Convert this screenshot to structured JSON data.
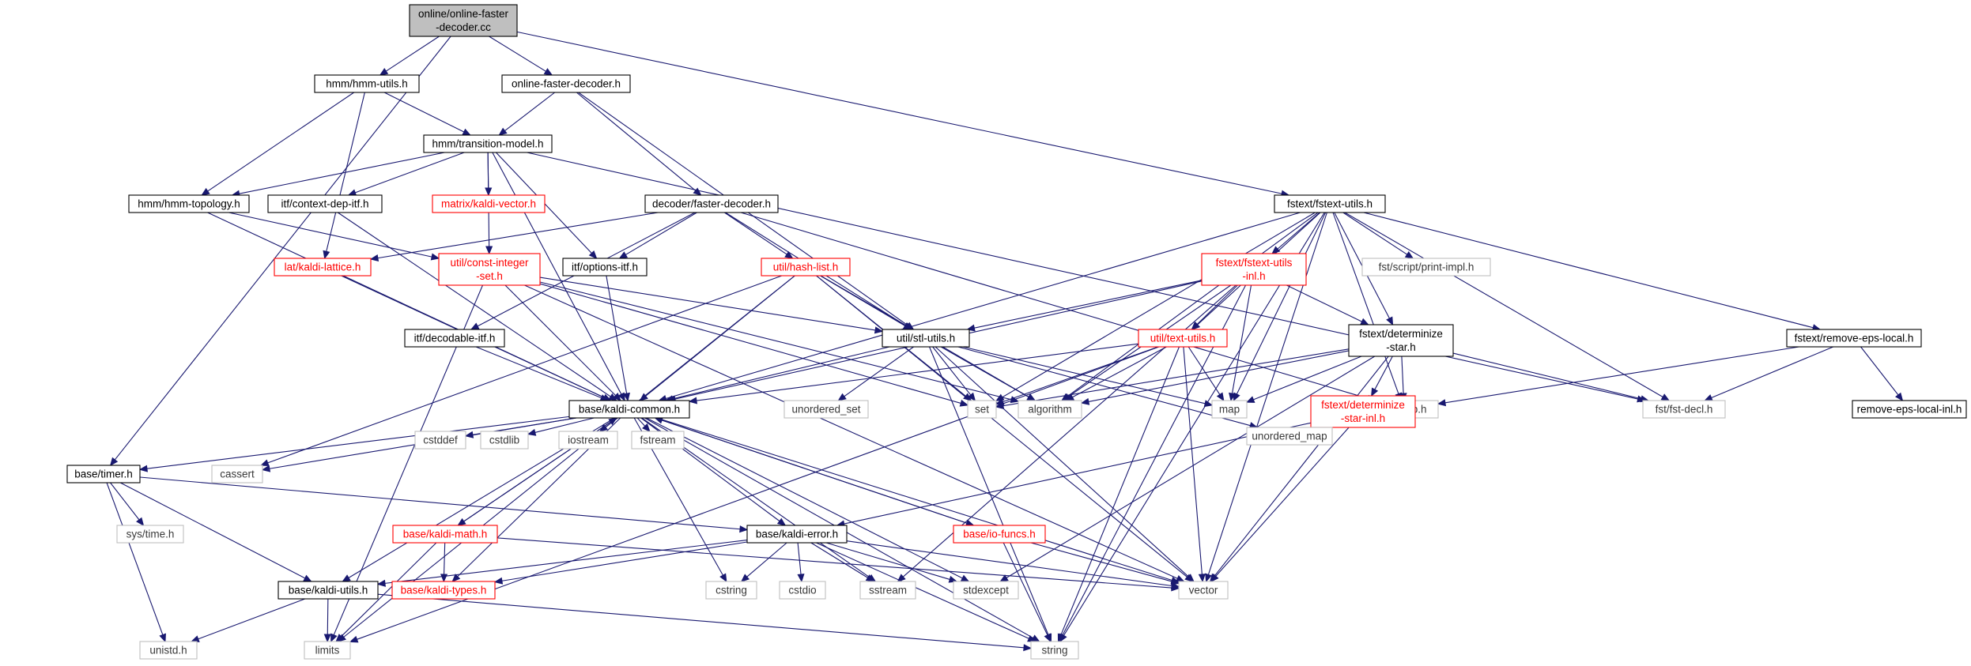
{
  "graph": {
    "root_id": "online_faster_decoder_cc",
    "colors": {
      "edge": "#191970",
      "root_fill": "#bfbfbf",
      "normal_border": "#000000",
      "incomplete": "#ff0000",
      "system_border": "#bfbfbf"
    },
    "nodes": [
      {
        "id": "online_faster_decoder_cc",
        "lines": [
          "online/online-faster",
          "-decoder.cc"
        ],
        "status": "root"
      },
      {
        "id": "hmm_utils_h",
        "lines": [
          "hmm/hmm-utils.h"
        ],
        "status": "normal"
      },
      {
        "id": "online_faster_decoder_h",
        "lines": [
          "online-faster-decoder.h"
        ],
        "status": "normal"
      },
      {
        "id": "hmm_transition_model_h",
        "lines": [
          "hmm/transition-model.h"
        ],
        "status": "normal"
      },
      {
        "id": "hmm_topology_h",
        "lines": [
          "hmm/hmm-topology.h"
        ],
        "status": "normal"
      },
      {
        "id": "itf_context_dep_itf_h",
        "lines": [
          "itf/context-dep-itf.h"
        ],
        "status": "normal"
      },
      {
        "id": "matrix_kaldi_vector_h",
        "lines": [
          "matrix/kaldi-vector.h"
        ],
        "status": "incomplete"
      },
      {
        "id": "decoder_faster_decoder_h",
        "lines": [
          "decoder/faster-decoder.h"
        ],
        "status": "normal"
      },
      {
        "id": "fstext_fstext_utils_h",
        "lines": [
          "fstext/fstext-utils.h"
        ],
        "status": "normal"
      },
      {
        "id": "lat_kaldi_lattice_h",
        "lines": [
          "lat/kaldi-lattice.h"
        ],
        "status": "incomplete"
      },
      {
        "id": "util_const_integer_set_h",
        "lines": [
          "util/const-integer",
          "-set.h"
        ],
        "status": "incomplete"
      },
      {
        "id": "itf_options_itf_h",
        "lines": [
          "itf/options-itf.h"
        ],
        "status": "normal"
      },
      {
        "id": "util_hash_list_h",
        "lines": [
          "util/hash-list.h"
        ],
        "status": "incomplete"
      },
      {
        "id": "fstext_fstext_utils_inl_h",
        "lines": [
          "fstext/fstext-utils",
          "-inl.h"
        ],
        "status": "incomplete"
      },
      {
        "id": "fst_script_print_impl_h",
        "lines": [
          "fst/script/print-impl.h"
        ],
        "status": "system"
      },
      {
        "id": "itf_decodable_itf_h",
        "lines": [
          "itf/decodable-itf.h"
        ],
        "status": "normal"
      },
      {
        "id": "util_stl_utils_h",
        "lines": [
          "util/stl-utils.h"
        ],
        "status": "normal"
      },
      {
        "id": "util_text_utils_h",
        "lines": [
          "util/text-utils.h"
        ],
        "status": "incomplete"
      },
      {
        "id": "fstext_determinize_star_h",
        "lines": [
          "fstext/determinize",
          "-star.h"
        ],
        "status": "normal"
      },
      {
        "id": "fstext_remove_eps_local_h",
        "lines": [
          "fstext/remove-eps-local.h"
        ],
        "status": "normal"
      },
      {
        "id": "unordered_set",
        "lines": [
          "unordered_set"
        ],
        "status": "system"
      },
      {
        "id": "set",
        "lines": [
          "set"
        ],
        "status": "system"
      },
      {
        "id": "algorithm",
        "lines": [
          "algorithm"
        ],
        "status": "system"
      },
      {
        "id": "map",
        "lines": [
          "map"
        ],
        "status": "system"
      },
      {
        "id": "fst_fstlib_h",
        "lines": [
          "fst/fstlib.h"
        ],
        "status": "system"
      },
      {
        "id": "fst_fst_decl_h",
        "lines": [
          "fst/fst-decl.h"
        ],
        "status": "system"
      },
      {
        "id": "remove_eps_local_inl_h",
        "lines": [
          "remove-eps-local-inl.h"
        ],
        "status": "normal"
      },
      {
        "id": "base_kaldi_common_h",
        "lines": [
          "base/kaldi-common.h"
        ],
        "status": "normal"
      },
      {
        "id": "fstext_determinize_star_inl_h",
        "lines": [
          "fstext/determinize",
          "-star-inl.h"
        ],
        "status": "incomplete"
      },
      {
        "id": "unordered_map",
        "lines": [
          "unordered_map"
        ],
        "status": "system"
      },
      {
        "id": "base_timer_h",
        "lines": [
          "base/timer.h"
        ],
        "status": "normal"
      },
      {
        "id": "cassert",
        "lines": [
          "cassert"
        ],
        "status": "system"
      },
      {
        "id": "cstddef",
        "lines": [
          "cstddef"
        ],
        "status": "system"
      },
      {
        "id": "cstdlib",
        "lines": [
          "cstdlib"
        ],
        "status": "system"
      },
      {
        "id": "iostream",
        "lines": [
          "iostream"
        ],
        "status": "system"
      },
      {
        "id": "fstream",
        "lines": [
          "fstream"
        ],
        "status": "system"
      },
      {
        "id": "sys_time_h",
        "lines": [
          "sys/time.h"
        ],
        "status": "system"
      },
      {
        "id": "base_kaldi_math_h",
        "lines": [
          "base/kaldi-math.h"
        ],
        "status": "incomplete"
      },
      {
        "id": "base_kaldi_error_h",
        "lines": [
          "base/kaldi-error.h"
        ],
        "status": "normal"
      },
      {
        "id": "base_io_funcs_h",
        "lines": [
          "base/io-funcs.h"
        ],
        "status": "incomplete"
      },
      {
        "id": "base_kaldi_utils_h",
        "lines": [
          "base/kaldi-utils.h"
        ],
        "status": "normal"
      },
      {
        "id": "base_kaldi_types_h",
        "lines": [
          "base/kaldi-types.h"
        ],
        "status": "incomplete"
      },
      {
        "id": "cstring",
        "lines": [
          "cstring"
        ],
        "status": "system"
      },
      {
        "id": "cstdio",
        "lines": [
          "cstdio"
        ],
        "status": "system"
      },
      {
        "id": "sstream",
        "lines": [
          "sstream"
        ],
        "status": "system"
      },
      {
        "id": "stdexcept",
        "lines": [
          "stdexcept"
        ],
        "status": "system"
      },
      {
        "id": "vector",
        "lines": [
          "vector"
        ],
        "status": "system"
      },
      {
        "id": "unistd_h",
        "lines": [
          "unistd.h"
        ],
        "status": "system"
      },
      {
        "id": "limits",
        "lines": [
          "limits"
        ],
        "status": "system"
      },
      {
        "id": "string",
        "lines": [
          "string"
        ],
        "status": "system"
      }
    ],
    "edges": [
      [
        "online_faster_decoder_cc",
        "hmm_utils_h"
      ],
      [
        "online_faster_decoder_cc",
        "online_faster_decoder_h"
      ],
      [
        "online_faster_decoder_cc",
        "fstext_fstext_utils_h"
      ],
      [
        "online_faster_decoder_cc",
        "base_timer_h"
      ],
      [
        "hmm_utils_h",
        "hmm_transition_model_h"
      ],
      [
        "hmm_utils_h",
        "hmm_topology_h"
      ],
      [
        "hmm_utils_h",
        "lat_kaldi_lattice_h"
      ],
      [
        "online_faster_decoder_h",
        "hmm_transition_model_h"
      ],
      [
        "online_faster_decoder_h",
        "decoder_faster_decoder_h"
      ],
      [
        "online_faster_decoder_h",
        "util_stl_utils_h"
      ],
      [
        "hmm_transition_model_h",
        "hmm_topology_h"
      ],
      [
        "hmm_transition_model_h",
        "itf_context_dep_itf_h"
      ],
      [
        "hmm_transition_model_h",
        "matrix_kaldi_vector_h"
      ],
      [
        "hmm_transition_model_h",
        "itf_options_itf_h"
      ],
      [
        "hmm_transition_model_h",
        "util_const_integer_set_h"
      ],
      [
        "hmm_transition_model_h",
        "base_kaldi_common_h"
      ],
      [
        "hmm_transition_model_h",
        "fst_fst_decl_h"
      ],
      [
        "hmm_topology_h",
        "util_const_integer_set_h"
      ],
      [
        "hmm_topology_h",
        "base_kaldi_common_h"
      ],
      [
        "itf_context_dep_itf_h",
        "base_kaldi_common_h"
      ],
      [
        "decoder_faster_decoder_h",
        "lat_kaldi_lattice_h"
      ],
      [
        "decoder_faster_decoder_h",
        "itf_options_itf_h"
      ],
      [
        "decoder_faster_decoder_h",
        "util_hash_list_h"
      ],
      [
        "decoder_faster_decoder_h",
        "util_stl_utils_h"
      ],
      [
        "decoder_faster_decoder_h",
        "itf_decodable_itf_h"
      ],
      [
        "decoder_faster_decoder_h",
        "fst_fstlib_h"
      ],
      [
        "lat_kaldi_lattice_h",
        "base_kaldi_common_h"
      ],
      [
        "util_const_integer_set_h",
        "base_kaldi_common_h"
      ],
      [
        "util_const_integer_set_h",
        "util_stl_utils_h"
      ],
      [
        "util_const_integer_set_h",
        "set"
      ],
      [
        "util_const_integer_set_h",
        "algorithm"
      ],
      [
        "util_const_integer_set_h",
        "limits"
      ],
      [
        "util_const_integer_set_h",
        "vector"
      ],
      [
        "itf_options_itf_h",
        "base_kaldi_common_h"
      ],
      [
        "util_hash_list_h",
        "util_stl_utils_h"
      ],
      [
        "util_hash_list_h",
        "base_kaldi_common_h"
      ],
      [
        "util_hash_list_h",
        "set"
      ],
      [
        "util_hash_list_h",
        "algorithm"
      ],
      [
        "util_hash_list_h",
        "limits"
      ],
      [
        "util_hash_list_h",
        "vector"
      ],
      [
        "util_hash_list_h",
        "cassert"
      ],
      [
        "itf_decodable_itf_h",
        "base_kaldi_common_h"
      ],
      [
        "fstext_fstext_utils_h",
        "fstext_fstext_utils_inl_h"
      ],
      [
        "fstext_fstext_utils_h",
        "fst_script_print_impl_h"
      ],
      [
        "fstext_fstext_utils_h",
        "util_text_utils_h"
      ],
      [
        "fstext_fstext_utils_h",
        "fstext_determinize_star_h"
      ],
      [
        "fstext_fstext_utils_h",
        "fstext_remove_eps_local_h"
      ],
      [
        "fstext_fstext_utils_h",
        "base_kaldi_common_h"
      ],
      [
        "fstext_fstext_utils_h",
        "set"
      ],
      [
        "fstext_fstext_utils_h",
        "algorithm"
      ],
      [
        "fstext_fstext_utils_h",
        "map"
      ],
      [
        "fstext_fstext_utils_h",
        "fst_fstlib_h"
      ],
      [
        "fstext_fstext_utils_h",
        "fst_fst_decl_h"
      ],
      [
        "fstext_fstext_utils_h",
        "vector"
      ],
      [
        "fstext_fstext_utils_h",
        "string"
      ],
      [
        "fstext_fstext_utils_inl_h",
        "util_stl_utils_h"
      ],
      [
        "fstext_fstext_utils_inl_h",
        "util_text_utils_h"
      ],
      [
        "fstext_fstext_utils_inl_h",
        "fstext_determinize_star_h"
      ],
      [
        "fstext_fstext_utils_inl_h",
        "base_kaldi_common_h"
      ],
      [
        "fstext_fstext_utils_inl_h",
        "algorithm"
      ],
      [
        "fstext_fstext_utils_inl_h",
        "map"
      ],
      [
        "fstext_fstext_utils_inl_h",
        "sstream"
      ],
      [
        "fstext_fstext_utils_inl_h",
        "string"
      ],
      [
        "util_stl_utils_h",
        "base_kaldi_common_h"
      ],
      [
        "util_stl_utils_h",
        "unordered_set"
      ],
      [
        "util_stl_utils_h",
        "set"
      ],
      [
        "util_stl_utils_h",
        "algorithm"
      ],
      [
        "util_stl_utils_h",
        "map"
      ],
      [
        "util_stl_utils_h",
        "unordered_map"
      ],
      [
        "util_stl_utils_h",
        "vector"
      ],
      [
        "util_stl_utils_h",
        "string"
      ],
      [
        "util_text_utils_h",
        "base_kaldi_common_h"
      ],
      [
        "util_text_utils_h",
        "set"
      ],
      [
        "util_text_utils_h",
        "algorithm"
      ],
      [
        "util_text_utils_h",
        "map"
      ],
      [
        "util_text_utils_h",
        "limits"
      ],
      [
        "util_text_utils_h",
        "vector"
      ],
      [
        "util_text_utils_h",
        "string"
      ],
      [
        "fstext_determinize_star_h",
        "fstext_determinize_star_inl_h"
      ],
      [
        "fstext_determinize_star_h",
        "set"
      ],
      [
        "fstext_determinize_star_h",
        "algorithm"
      ],
      [
        "fstext_determinize_star_h",
        "map"
      ],
      [
        "fstext_determinize_star_h",
        "fst_fstlib_h"
      ],
      [
        "fstext_determinize_star_h",
        "fst_fst_decl_h"
      ],
      [
        "fstext_determinize_star_h",
        "stdexcept"
      ],
      [
        "fstext_determinize_star_h",
        "vector"
      ],
      [
        "fstext_determinize_star_inl_h",
        "base_kaldi_error_h"
      ],
      [
        "fstext_determinize_star_inl_h",
        "unordered_map"
      ],
      [
        "fstext_determinize_star_inl_h",
        "vector"
      ],
      [
        "fstext_remove_eps_local_h",
        "fst_fstlib_h"
      ],
      [
        "fstext_remove_eps_local_h",
        "fst_fst_decl_h"
      ],
      [
        "fstext_remove_eps_local_h",
        "remove_eps_local_inl_h"
      ],
      [
        "base_kaldi_common_h",
        "base_timer_h"
      ],
      [
        "base_kaldi_common_h",
        "cassert"
      ],
      [
        "base_kaldi_common_h",
        "cstddef"
      ],
      [
        "base_kaldi_common_h",
        "cstdlib"
      ],
      [
        "base_kaldi_common_h",
        "iostream"
      ],
      [
        "base_kaldi_common_h",
        "fstream"
      ],
      [
        "base_kaldi_common_h",
        "base_kaldi_math_h"
      ],
      [
        "base_kaldi_common_h",
        "base_kaldi_error_h"
      ],
      [
        "base_kaldi_common_h",
        "base_io_funcs_h"
      ],
      [
        "base_kaldi_common_h",
        "base_kaldi_utils_h"
      ],
      [
        "base_kaldi_common_h",
        "base_kaldi_types_h"
      ],
      [
        "base_kaldi_common_h",
        "cstring"
      ],
      [
        "base_kaldi_common_h",
        "sstream"
      ],
      [
        "base_kaldi_common_h",
        "stdexcept"
      ],
      [
        "base_kaldi_common_h",
        "string"
      ],
      [
        "base_kaldi_common_h",
        "vector"
      ],
      [
        "base_timer_h",
        "sys_time_h"
      ],
      [
        "base_timer_h",
        "base_kaldi_error_h"
      ],
      [
        "base_timer_h",
        "base_kaldi_utils_h"
      ],
      [
        "base_timer_h",
        "unistd_h"
      ],
      [
        "base_kaldi_math_h",
        "base_kaldi_common_h"
      ],
      [
        "base_kaldi_math_h",
        "base_kaldi_types_h"
      ],
      [
        "base_kaldi_math_h",
        "limits"
      ],
      [
        "base_kaldi_math_h",
        "vector"
      ],
      [
        "base_io_funcs_h",
        "base_kaldi_common_h"
      ],
      [
        "base_io_funcs_h",
        "vector"
      ],
      [
        "base_io_funcs_h",
        "string"
      ],
      [
        "base_kaldi_error_h",
        "base_kaldi_types_h"
      ],
      [
        "base_kaldi_error_h",
        "base_kaldi_utils_h"
      ],
      [
        "base_kaldi_error_h",
        "cstring"
      ],
      [
        "base_kaldi_error_h",
        "cstdio"
      ],
      [
        "base_kaldi_error_h",
        "sstream"
      ],
      [
        "base_kaldi_error_h",
        "stdexcept"
      ],
      [
        "base_kaldi_error_h",
        "vector"
      ],
      [
        "base_kaldi_error_h",
        "string"
      ],
      [
        "base_kaldi_utils_h",
        "unistd_h"
      ],
      [
        "base_kaldi_utils_h",
        "limits"
      ],
      [
        "base_kaldi_utils_h",
        "string"
      ]
    ]
  }
}
